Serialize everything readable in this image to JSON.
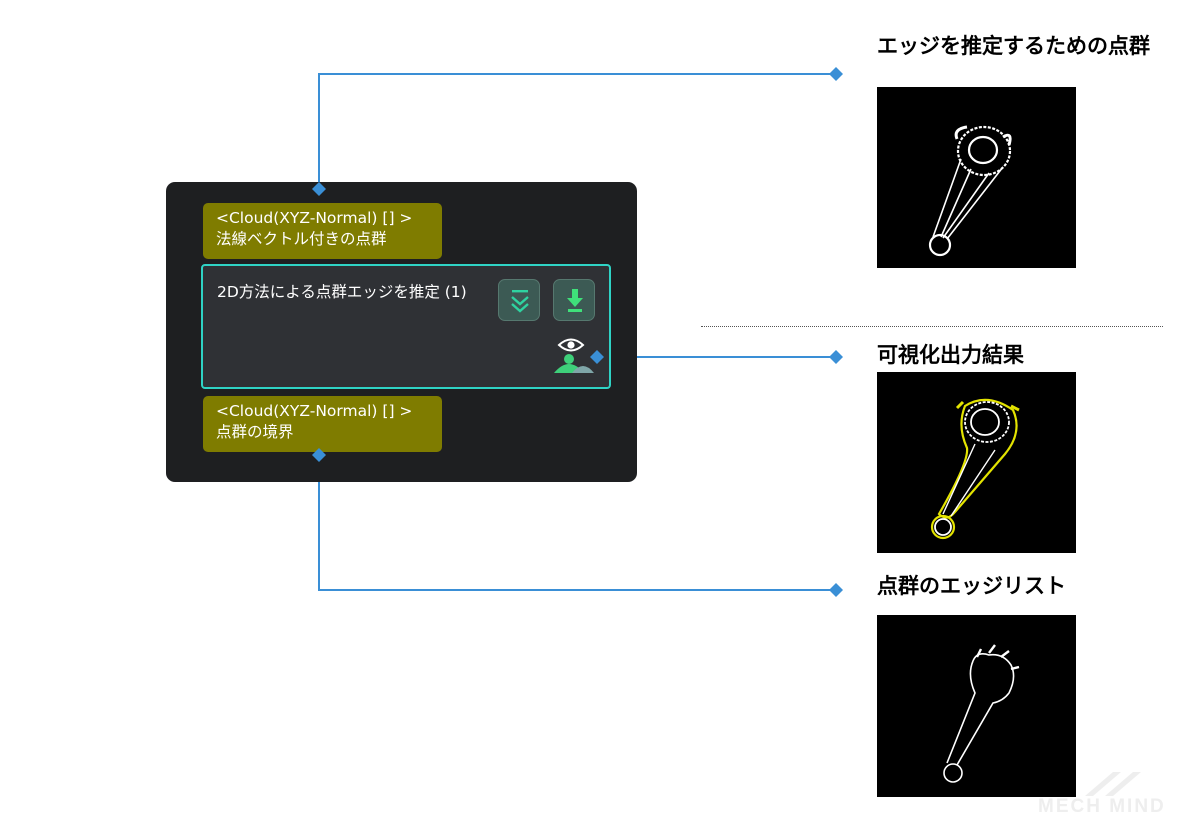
{
  "step": {
    "input_port": {
      "type": "<Cloud(XYZ-Normal) [] >",
      "name": "法線ベクトル付きの点群"
    },
    "title": "2D方法による点群エッジを推定 (1)",
    "output_port": {
      "type": "<Cloud(XYZ-Normal) [] >",
      "name": "点群の境界"
    }
  },
  "outputs": [
    {
      "label": "エッジを推定するための点群"
    },
    {
      "label": "可視化出力結果"
    },
    {
      "label": "点群のエッジリスト"
    }
  ],
  "watermark": "MECH MIND",
  "colors": {
    "connector": "#3a8fd6",
    "port_fill": "#7f7c00",
    "step_border": "#2fd3c5",
    "node_background": "#1e1f21",
    "edge_highlight": "#e3e300"
  }
}
